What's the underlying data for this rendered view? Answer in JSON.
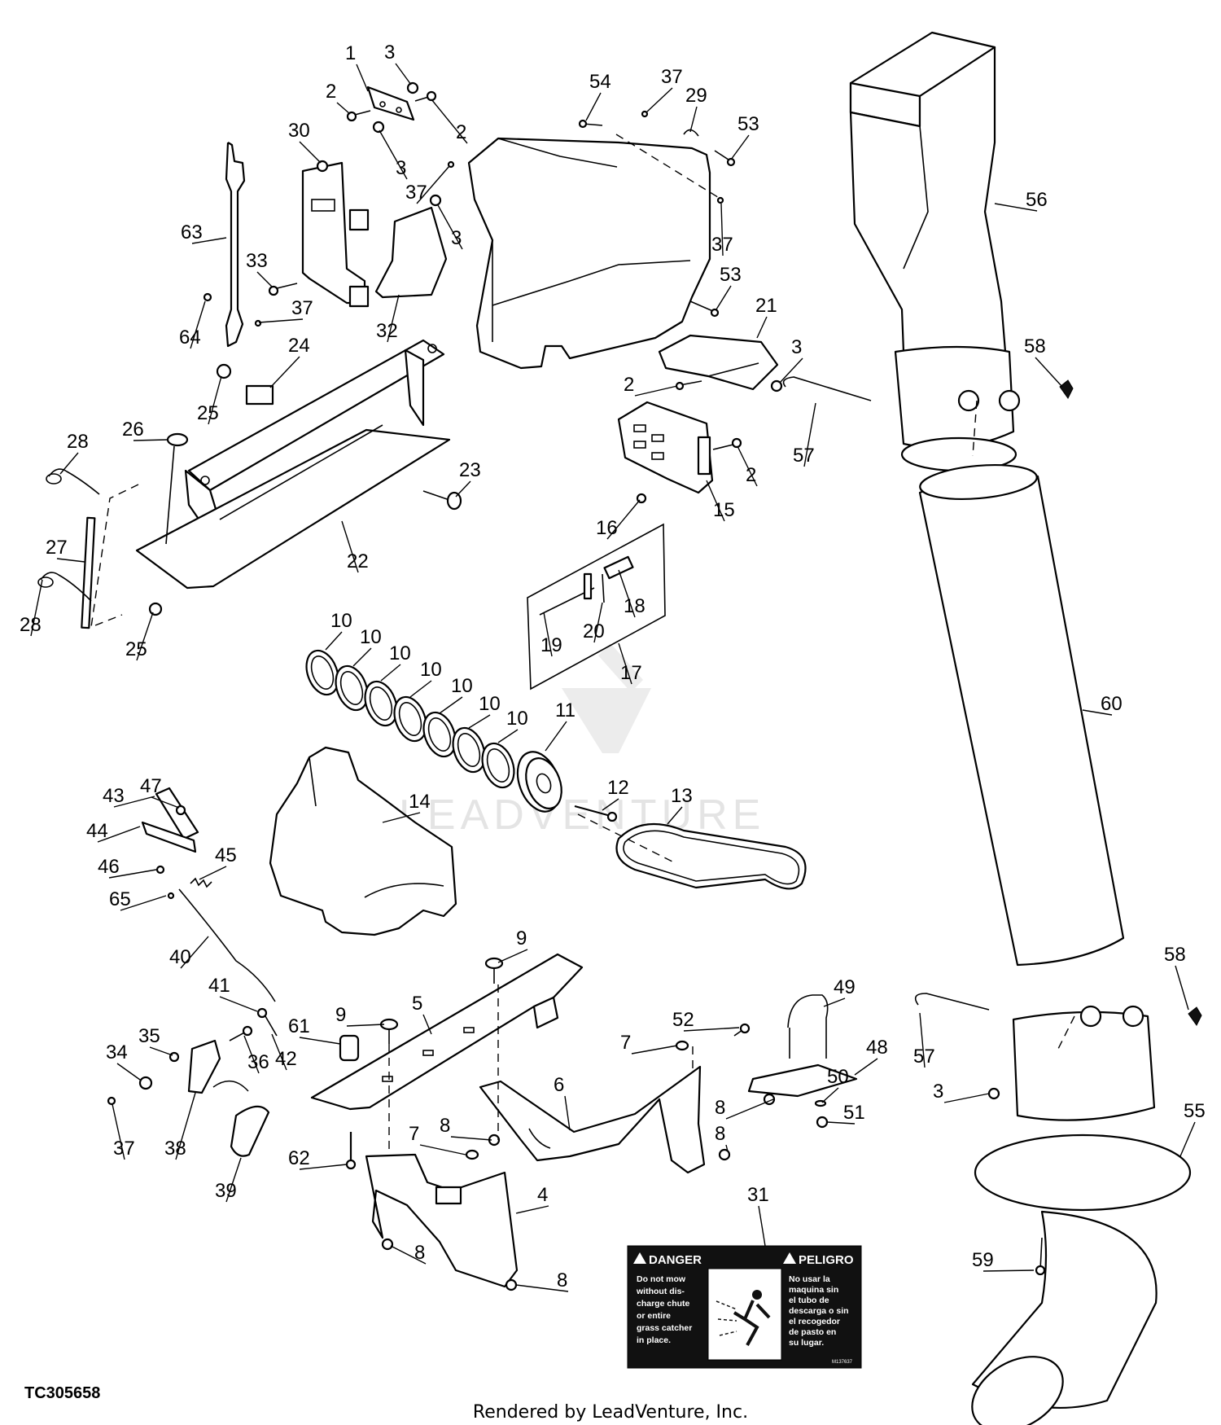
{
  "diagram": {
    "code": "TC305658",
    "credit": "Rendered by LeadVenture, Inc.",
    "watermark": "LEADVENTURE",
    "callouts": [
      {
        "id": "c1",
        "label": "1"
      },
      {
        "id": "c3a",
        "label": "3"
      },
      {
        "id": "c2a",
        "label": "2"
      },
      {
        "id": "c2b",
        "label": "2"
      },
      {
        "id": "c3b",
        "label": "3"
      },
      {
        "id": "c30",
        "label": "30"
      },
      {
        "id": "c37a",
        "label": "37"
      },
      {
        "id": "c3c",
        "label": "3"
      },
      {
        "id": "c63",
        "label": "63"
      },
      {
        "id": "c33",
        "label": "33"
      },
      {
        "id": "c37b",
        "label": "37"
      },
      {
        "id": "c64",
        "label": "64"
      },
      {
        "id": "c32",
        "label": "32"
      },
      {
        "id": "c24",
        "label": "24"
      },
      {
        "id": "c25a",
        "label": "25"
      },
      {
        "id": "c26",
        "label": "26"
      },
      {
        "id": "c28a",
        "label": "28"
      },
      {
        "id": "c27",
        "label": "27"
      },
      {
        "id": "c28b",
        "label": "28"
      },
      {
        "id": "c25b",
        "label": "25"
      },
      {
        "id": "c23",
        "label": "23"
      },
      {
        "id": "c22",
        "label": "22"
      },
      {
        "id": "c54",
        "label": "54"
      },
      {
        "id": "c37c",
        "label": "37"
      },
      {
        "id": "c29",
        "label": "29"
      },
      {
        "id": "c53a",
        "label": "53"
      },
      {
        "id": "c37d",
        "label": "37"
      },
      {
        "id": "c53b",
        "label": "53"
      },
      {
        "id": "c21",
        "label": "21"
      },
      {
        "id": "c3d",
        "label": "3"
      },
      {
        "id": "c2c",
        "label": "2"
      },
      {
        "id": "c2d",
        "label": "2"
      },
      {
        "id": "c15",
        "label": "15"
      },
      {
        "id": "c16",
        "label": "16"
      },
      {
        "id": "c18",
        "label": "18"
      },
      {
        "id": "c20",
        "label": "20"
      },
      {
        "id": "c19",
        "label": "19"
      },
      {
        "id": "c17",
        "label": "17"
      },
      {
        "id": "c10a",
        "label": "10"
      },
      {
        "id": "c10b",
        "label": "10"
      },
      {
        "id": "c10c",
        "label": "10"
      },
      {
        "id": "c10d",
        "label": "10"
      },
      {
        "id": "c10e",
        "label": "10"
      },
      {
        "id": "c10f",
        "label": "10"
      },
      {
        "id": "c10g",
        "label": "10"
      },
      {
        "id": "c11",
        "label": "11"
      },
      {
        "id": "c12",
        "label": "12"
      },
      {
        "id": "c13",
        "label": "13"
      },
      {
        "id": "c14",
        "label": "14"
      },
      {
        "id": "c56",
        "label": "56"
      },
      {
        "id": "c58a",
        "label": "58"
      },
      {
        "id": "c57a",
        "label": "57"
      },
      {
        "id": "c60",
        "label": "60"
      },
      {
        "id": "c58b",
        "label": "58"
      },
      {
        "id": "c57b",
        "label": "57"
      },
      {
        "id": "c3e",
        "label": "3"
      },
      {
        "id": "c55",
        "label": "55"
      },
      {
        "id": "c59",
        "label": "59"
      },
      {
        "id": "c43",
        "label": "43"
      },
      {
        "id": "c47",
        "label": "47"
      },
      {
        "id": "c44",
        "label": "44"
      },
      {
        "id": "c46",
        "label": "46"
      },
      {
        "id": "c45",
        "label": "45"
      },
      {
        "id": "c65",
        "label": "65"
      },
      {
        "id": "c40",
        "label": "40"
      },
      {
        "id": "c41",
        "label": "41"
      },
      {
        "id": "c42",
        "label": "42"
      },
      {
        "id": "c36",
        "label": "36"
      },
      {
        "id": "c35",
        "label": "35"
      },
      {
        "id": "c34",
        "label": "34"
      },
      {
        "id": "c37e",
        "label": "37"
      },
      {
        "id": "c38",
        "label": "38"
      },
      {
        "id": "c39",
        "label": "39"
      },
      {
        "id": "c9a",
        "label": "9"
      },
      {
        "id": "c9b",
        "label": "9"
      },
      {
        "id": "c5",
        "label": "5"
      },
      {
        "id": "c61",
        "label": "61"
      },
      {
        "id": "c62",
        "label": "62"
      },
      {
        "id": "c7a",
        "label": "7"
      },
      {
        "id": "c7b",
        "label": "7"
      },
      {
        "id": "c6",
        "label": "6"
      },
      {
        "id": "c52",
        "label": "52"
      },
      {
        "id": "c49",
        "label": "49"
      },
      {
        "id": "c48",
        "label": "48"
      },
      {
        "id": "c50",
        "label": "50"
      },
      {
        "id": "c51",
        "label": "51"
      },
      {
        "id": "c8a",
        "label": "8"
      },
      {
        "id": "c8b",
        "label": "8"
      },
      {
        "id": "c8c",
        "label": "8"
      },
      {
        "id": "c8d",
        "label": "8"
      },
      {
        "id": "c8e",
        "label": "8"
      },
      {
        "id": "c4",
        "label": "4"
      },
      {
        "id": "c31",
        "label": "31"
      }
    ]
  },
  "decal": {
    "danger_heading": "DANGER",
    "peligro_heading": "PELIGRO",
    "english_lines": [
      "Do not mow",
      "without dis-",
      "charge chute",
      "or entire",
      "grass catcher",
      "in place."
    ],
    "spanish_lines": [
      "No usar la",
      "maquina sin",
      "el tubo de",
      "descarga o sin",
      "el recogedor",
      "de pasto en",
      "su lugar."
    ],
    "code": "M137637"
  }
}
